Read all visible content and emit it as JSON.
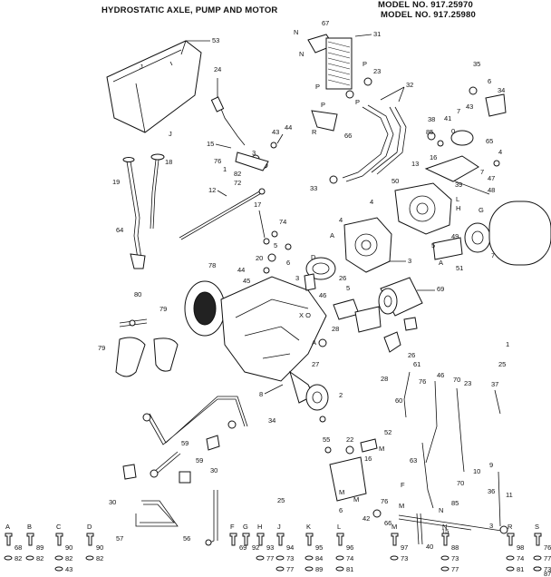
{
  "title": "HYDROSTATIC AXLE, PUMP AND MOTOR",
  "model_line_1": "MODEL NO. 917.25970",
  "model_line_2": "MODEL NO. 917.25980",
  "hardware_columns": [
    {
      "letter": "A",
      "parts": [
        "68",
        "82"
      ]
    },
    {
      "letter": "B",
      "parts": [
        "89",
        "82"
      ]
    },
    {
      "letter": "C",
      "parts": [
        "90",
        "82",
        "43"
      ]
    },
    {
      "letter": "D",
      "parts": [
        "90",
        "82"
      ]
    },
    {
      "letter": "F",
      "parts": [
        "69"
      ]
    },
    {
      "letter": "G",
      "parts": [
        "92"
      ]
    },
    {
      "letter": "H",
      "parts": [
        "93",
        "77"
      ]
    },
    {
      "letter": "J",
      "parts": [
        "94",
        "73",
        "77"
      ]
    },
    {
      "letter": "K",
      "parts": [
        "95",
        "84",
        "89"
      ]
    },
    {
      "letter": "L",
      "parts": [
        "96",
        "74",
        "81"
      ]
    },
    {
      "letter": "M",
      "parts": [
        "97",
        "73"
      ]
    },
    {
      "letter": "N",
      "parts": [
        "88",
        "73",
        "77"
      ]
    },
    {
      "letter": "R",
      "parts": [
        "98",
        "74",
        "81"
      ]
    },
    {
      "letter": "S",
      "parts": [
        "76",
        "77",
        "73",
        "87"
      ]
    }
  ]
}
